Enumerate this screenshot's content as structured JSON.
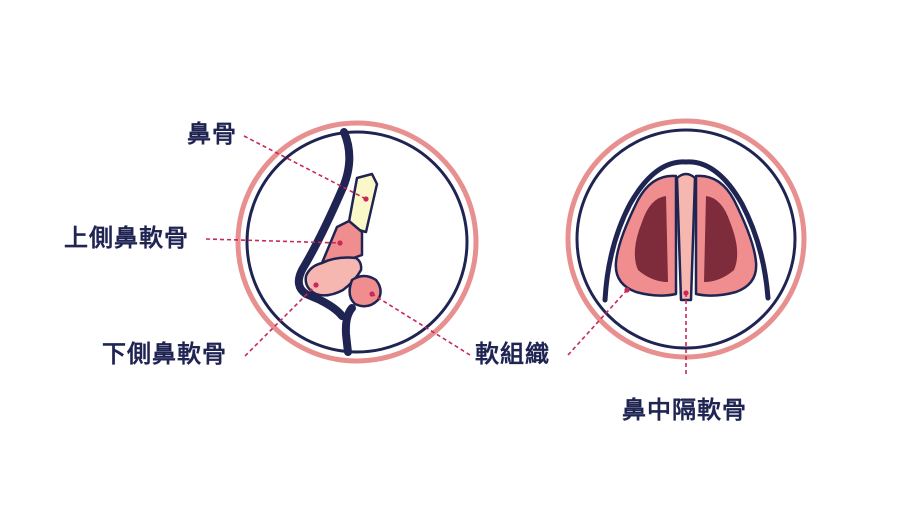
{
  "labels": {
    "nasal_bone": "鼻骨",
    "upper_lateral_cartilage": "上側鼻軟骨",
    "lower_lateral_cartilage": "下側鼻軟骨",
    "soft_tissue": "軟組織",
    "septal_cartilage": "鼻中隔軟骨"
  },
  "colors": {
    "outline_navy": "#1f2452",
    "ring_pink": "#e8908f",
    "cartilage_salmon": "#f08d8e",
    "cartilage_light": "#f6b7b1",
    "bone_cream": "#fbf7c9",
    "nostril_dark": "#7e2b3b",
    "leader_line": "#c8285a"
  }
}
